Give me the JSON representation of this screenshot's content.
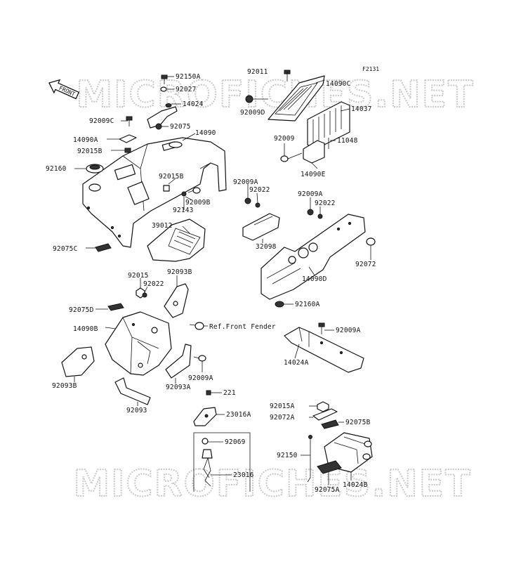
{
  "figure_code": "F2131",
  "front_arrow_label": "FRONT",
  "watermark": "MICROFICHES.NET",
  "labels": [
    "92150A",
    "92027",
    "14024",
    "92075",
    "14090",
    "92009C",
    "14090A",
    "92015B",
    "92160",
    "92015B",
    "92009B",
    "92143",
    "92011",
    "14090C",
    "92009D",
    "14037",
    "92009",
    "11048",
    "14090E",
    "92009A",
    "92022",
    "39012",
    "32098",
    "92009A",
    "92022",
    "92075C",
    "92072",
    "14090D",
    "92015",
    "92022",
    "92093B",
    "92160A",
    "92075D",
    "14090B",
    "Ref.Front Fender",
    "92009A",
    "14024A",
    "92093B",
    "92093A",
    "92009A",
    "92093",
    "221",
    "23016A",
    "92015A",
    "92072A",
    "92075B",
    "92069",
    "92150",
    "23016",
    "14024B",
    "92075A"
  ]
}
